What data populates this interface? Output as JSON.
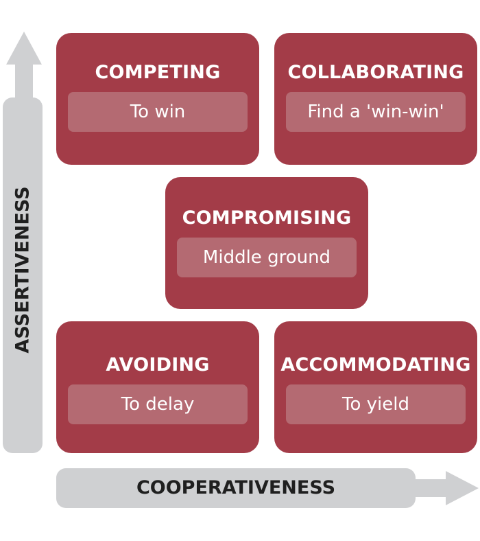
{
  "axes": {
    "vertical": "ASSERTIVENESS",
    "horizontal": "COOPERATIVENESS"
  },
  "modes": {
    "competing": {
      "title": "COMPETING",
      "subtitle": "To win"
    },
    "collaborating": {
      "title": "COLLABORATING",
      "subtitle": "Find a 'win-win'"
    },
    "compromising": {
      "title": "COMPROMISING",
      "subtitle": "Middle ground"
    },
    "avoiding": {
      "title": "AVOIDING",
      "subtitle": "To delay"
    },
    "accommodating": {
      "title": "ACCOMMODATING",
      "subtitle": "To yield"
    }
  },
  "colors": {
    "box": "#a33c48",
    "box_sub": "#b46a72",
    "axis": "#cfd0d2",
    "axis_text": "#1f1f1f"
  }
}
